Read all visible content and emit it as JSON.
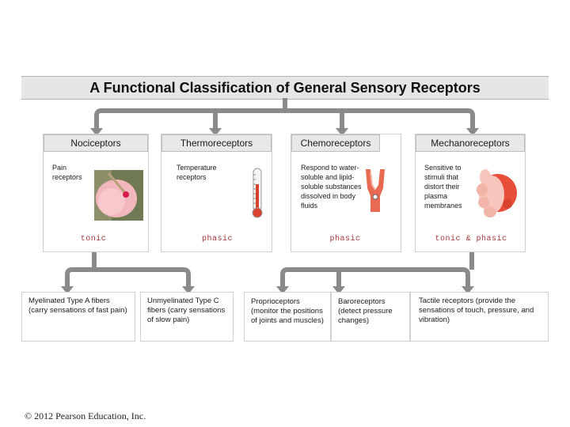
{
  "title": "A Functional Classification of General Sensory Receptors",
  "receptors": [
    {
      "name": "Nociceptors",
      "desc": "Pain receptors",
      "adaptation": "tonic"
    },
    {
      "name": "Thermoreceptors",
      "desc": "Temperature receptors",
      "adaptation": "phasic"
    },
    {
      "name": "Chemoreceptors",
      "desc": "Respond to water-soluble and lipid-soluble substances dissolved in body fluids",
      "adaptation": "phasic"
    },
    {
      "name": "Mechanoreceptors",
      "desc": "Sensitive to stimuli that distort their plasma membranes",
      "adaptation": "tonic & phasic"
    }
  ],
  "nociceptor_types": [
    "Myelinated Type A fibers (carry sensations of fast pain)",
    "Unmyelinated Type C fibers (carry sensations of slow pain)"
  ],
  "mechanoreceptor_types": [
    "Proprioceptors (monitor the positions of joints and muscles)",
    "Baroreceptors (detect pressure changes)",
    "Tactile receptors (provide the sensations of touch, pressure, and vibration)"
  ],
  "copyright": "© 2012 Pearson Education, Inc.",
  "colors": {
    "bracket": "#8a8a8a",
    "header_bg": "#e8e8e8",
    "tag_text": "#a0373a"
  }
}
